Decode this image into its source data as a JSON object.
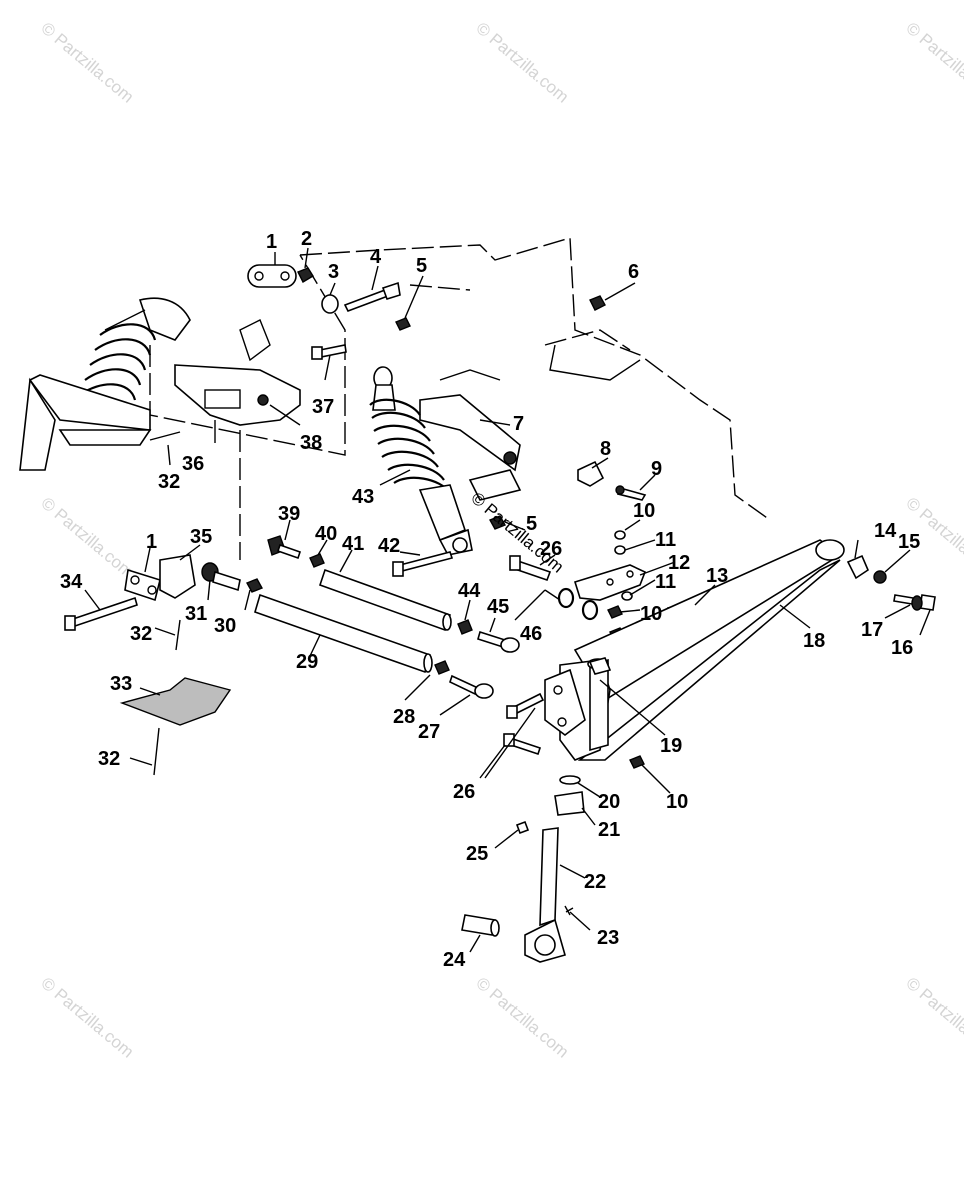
{
  "watermark_text": "© Partzilla.com",
  "center_stamp_text": "© Partzilla.com",
  "callout_labels": [
    "1",
    "2",
    "3",
    "4",
    "5",
    "6",
    "37",
    "36",
    "38",
    "32",
    "7",
    "8",
    "9",
    "43",
    "39",
    "40",
    "41",
    "42",
    "5",
    "26",
    "10",
    "11",
    "12",
    "11",
    "10",
    "13",
    "14",
    "15",
    "17",
    "16",
    "18",
    "1",
    "35",
    "34",
    "31",
    "30",
    "32",
    "29",
    "44",
    "45",
    "46",
    "33",
    "28",
    "27",
    "19",
    "26",
    "10",
    "20",
    "21",
    "25",
    "22",
    "23",
    "24",
    "32"
  ],
  "colors": {
    "ink": "#000000",
    "watermark": "#d4d4d4",
    "background": "#ffffff"
  }
}
